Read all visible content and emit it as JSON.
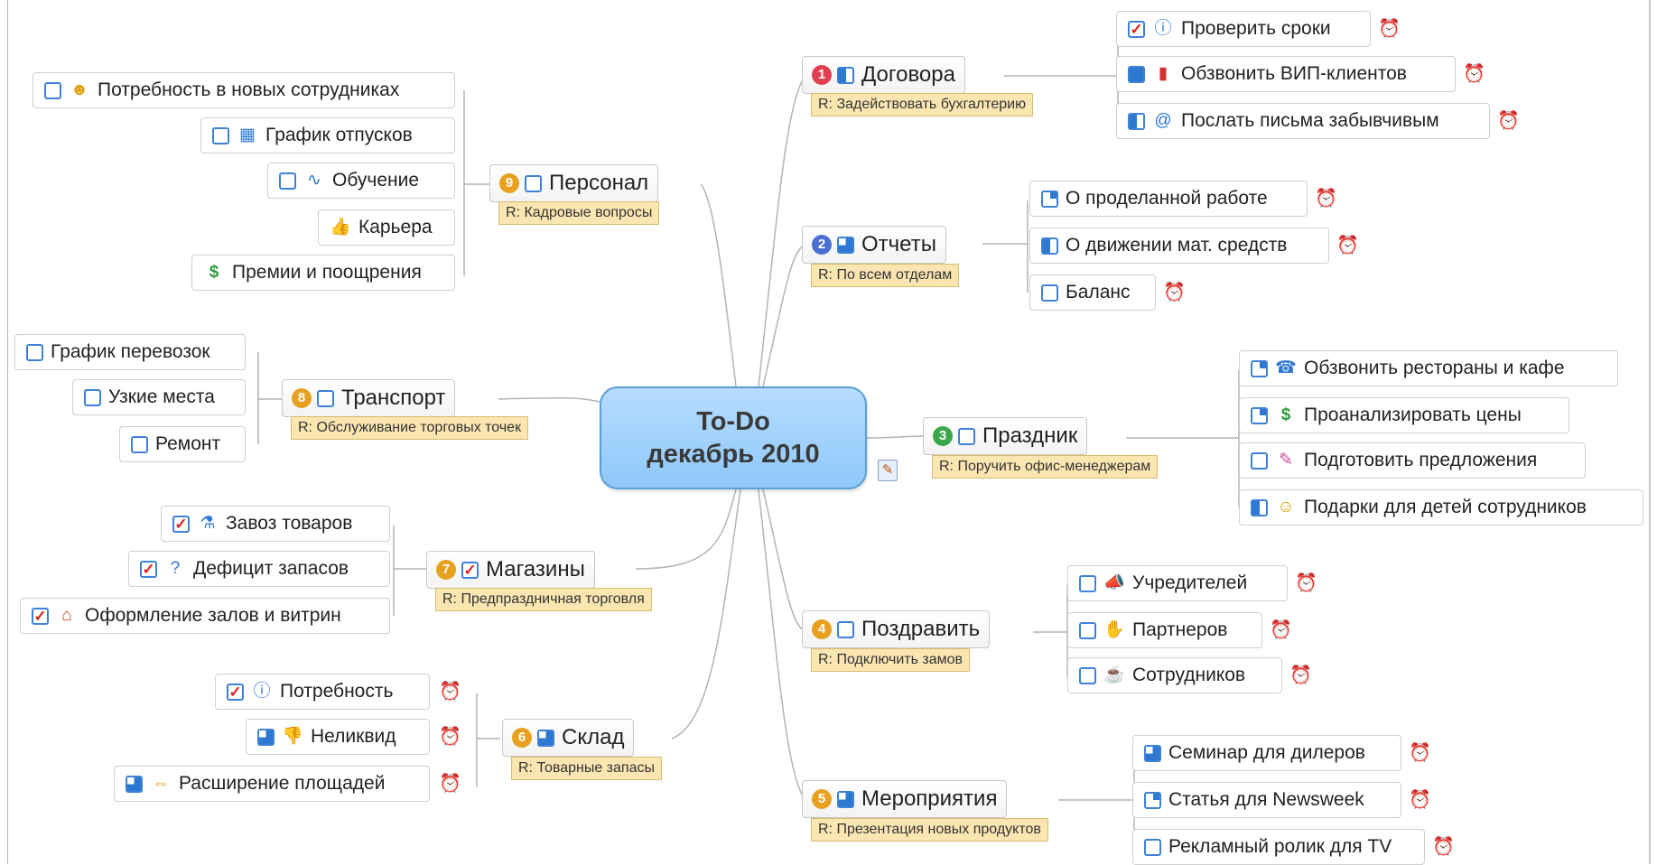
{
  "center": {
    "line1": "To-Do",
    "line2": "декабрь 2010",
    "note_icon": "note-icon"
  },
  "colors": {
    "center_bg": "#a6d2fb",
    "resp_bg": "#fbe6b2",
    "checkbox": "#2f78d2",
    "check_mark": "#dd2020"
  },
  "topics": {
    "dogovora": {
      "label": "Договора",
      "priority": "1",
      "priority_color": "#e04050",
      "progress_icon": "checkbox-50",
      "resp": "R: Задействовать бухгалтерию"
    },
    "otchety": {
      "label": "Отчеты",
      "priority": "2",
      "priority_color": "#4a6fd0",
      "progress_icon": "checkbox-75",
      "resp": "R: По всем отделам"
    },
    "prazdnik": {
      "label": "Праздник",
      "priority": "3",
      "priority_color": "#3aa84a",
      "progress_icon": "checkbox-0",
      "resp": "R: Поручить офис-менеджерам"
    },
    "pozdravit": {
      "label": "Поздравить",
      "priority": "4",
      "priority_color": "#e8a020",
      "progress_icon": "checkbox-0",
      "resp": "R: Подключить замов"
    },
    "meropriyatiya": {
      "label": "Мероприятия",
      "priority": "5",
      "priority_color": "#e8a020",
      "progress_icon": "checkbox-75",
      "resp": "R: Презентация новых продуктов"
    },
    "sklad": {
      "label": "Склад",
      "priority": "6",
      "priority_color": "#e8a020",
      "progress_icon": "checkbox-75",
      "resp": "R: Товарные запасы"
    },
    "magaziny": {
      "label": "Магазины",
      "priority": "7",
      "priority_color": "#e8a020",
      "progress_icon": "checkbox-done",
      "resp": "R: Предпраздничная торговля"
    },
    "transport": {
      "label": "Транспорт",
      "priority": "8",
      "priority_color": "#e8a020",
      "progress_icon": "checkbox-0",
      "resp": "R: Обслуживание торговых точек"
    },
    "personal": {
      "label": "Персонал",
      "priority": "9",
      "priority_color": "#e8a020",
      "progress_icon": "checkbox-0",
      "resp": "R: Кадровые вопросы"
    }
  },
  "tasks": {
    "d1": {
      "label": "Проверить сроки",
      "icon": "info-icon",
      "progress_icon": "checkbox-done",
      "alarm": true
    },
    "d2": {
      "label": "Обзвонить ВИП-клиентов",
      "icon": "mobile-phone-icon",
      "progress_icon": "checkbox-100",
      "alarm": true
    },
    "d3": {
      "label": "Послать письма забывчивым",
      "icon": "at-sign-icon",
      "progress_icon": "checkbox-50",
      "alarm": true
    },
    "o1": {
      "label": "О проделанной работе",
      "progress_icon": "checkbox-25",
      "alarm": true
    },
    "o2": {
      "label": "О движении мат. средств",
      "progress_icon": "checkbox-50",
      "alarm": true
    },
    "o3": {
      "label": "Баланс",
      "progress_icon": "checkbox-0",
      "alarm": true
    },
    "p1": {
      "label": "Обзвонить рестораны и кафе",
      "icon": "telephone-icon",
      "progress_icon": "checkbox-25"
    },
    "p2": {
      "label": "Проанализировать цены",
      "icon": "dollar-icon",
      "progress_icon": "checkbox-25"
    },
    "p3": {
      "label": "Подготовить предложения",
      "icon": "pencil-icon",
      "progress_icon": "checkbox-0"
    },
    "p4": {
      "label": "Подарки для детей сотрудников",
      "icon": "smiley-icon",
      "progress_icon": "checkbox-50"
    },
    "z1": {
      "label": "Учредителей",
      "icon": "megaphone-icon",
      "progress_icon": "checkbox-0",
      "alarm": true
    },
    "z2": {
      "label": "Партнеров",
      "icon": "handshake-icon",
      "progress_icon": "checkbox-0",
      "alarm": true
    },
    "z3": {
      "label": "Сотрудников",
      "icon": "coffee-icon",
      "progress_icon": "checkbox-0",
      "alarm": true
    },
    "m1": {
      "label": "Семинар для дилеров",
      "progress_icon": "checkbox-75",
      "alarm": true
    },
    "m2": {
      "label": "Статья для Newsweek",
      "progress_icon": "checkbox-25",
      "alarm": true
    },
    "m3": {
      "label": "Рекламный ролик для TV",
      "progress_icon": "checkbox-0",
      "alarm": true
    },
    "s1": {
      "label": "Потребность",
      "icon": "info-icon",
      "progress_icon": "checkbox-done",
      "alarm": true
    },
    "s2": {
      "label": "Неликвид",
      "icon": "thumbs-down-icon",
      "progress_icon": "checkbox-75",
      "alarm": true
    },
    "s3": {
      "label": "Расширение площадей",
      "icon": "arrows-icon",
      "progress_icon": "checkbox-75",
      "alarm": true
    },
    "g1": {
      "label": "Завоз товаров",
      "icon": "flask-icon",
      "progress_icon": "checkbox-done"
    },
    "g2": {
      "label": "Дефицит запасов",
      "icon": "question-icon",
      "progress_icon": "checkbox-done"
    },
    "g3": {
      "label": "Оформление залов и витрин",
      "icon": "house-icon",
      "progress_icon": "checkbox-done"
    },
    "t1": {
      "label": "График перевозок",
      "progress_icon": "checkbox-0"
    },
    "t2": {
      "label": "Узкие места",
      "progress_icon": "checkbox-0"
    },
    "t3": {
      "label": "Ремонт",
      "progress_icon": "checkbox-0"
    },
    "h1": {
      "label": "Потребность в новых сотрудниках",
      "icon": "person-icon",
      "progress_icon": "checkbox-0"
    },
    "h2": {
      "label": "График отпусков",
      "icon": "calendar-icon",
      "progress_icon": "checkbox-0"
    },
    "h3": {
      "label": "Обучение",
      "icon": "trend-icon",
      "progress_icon": "checkbox-0"
    },
    "h4": {
      "label": "Карьера",
      "icon": "thumbs-up-icon"
    },
    "h5": {
      "label": "Премии и поощрения",
      "icon": "dollar-icon"
    }
  }
}
